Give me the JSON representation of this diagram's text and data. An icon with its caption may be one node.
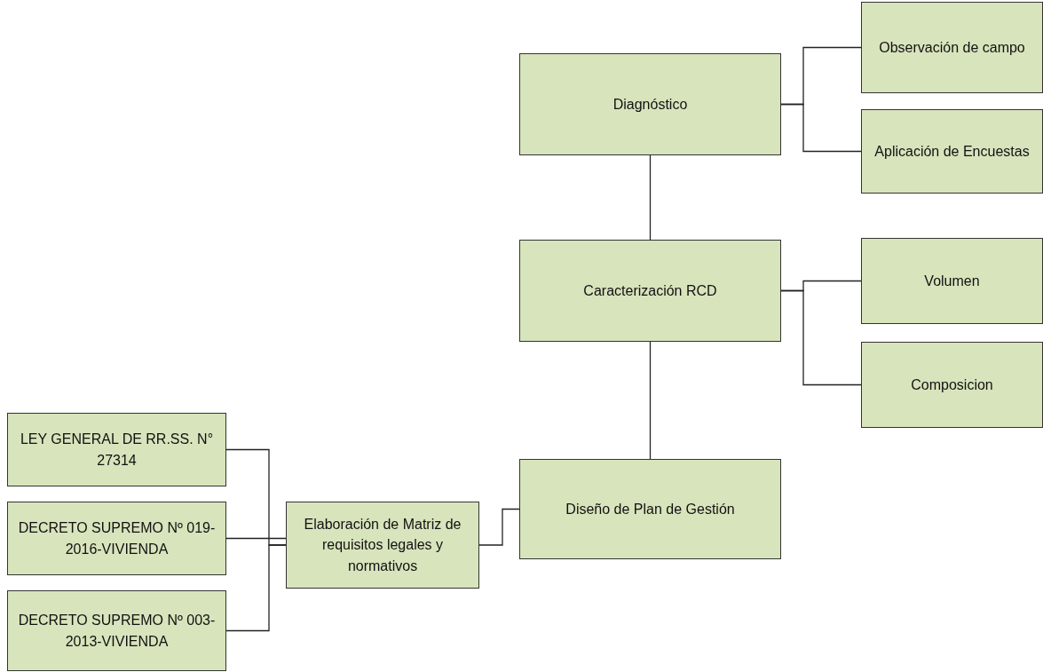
{
  "diagram": {
    "nodes": [
      {
        "text": [
          "Diagnóstico"
        ]
      },
      {
        "text": [
          "Observación de campo"
        ]
      },
      {
        "text": [
          "Aplicación de Encuestas"
        ]
      },
      {
        "text": [
          "Caracterización RCD"
        ]
      },
      {
        "text": [
          "Volumen"
        ]
      },
      {
        "text": [
          "Composicion"
        ]
      },
      {
        "text": [
          "LEY GENERAL DE RR.SS. N° 27314"
        ]
      },
      {
        "text": [
          "Elaboración de Matriz de requisitos legales y normativos"
        ]
      },
      {
        "text": [
          "Diseño de Plan de Gestión"
        ]
      },
      {
        "text": [
          "DECRETO SUPREMO Nº 019-2016-VIVIENDA"
        ]
      },
      {
        "text": [
          "DECRETO SUPREMO Nº 003-2013-VIVIENDA"
        ]
      }
    ],
    "edges": [
      {
        "from": 0,
        "to": 1,
        "arrow": "none"
      },
      {
        "from": 0,
        "to": 2,
        "arrow": "none"
      },
      {
        "from": 0,
        "to": 3,
        "arrow": "none"
      },
      {
        "from": 3,
        "to": 4,
        "arrow": "none"
      },
      {
        "from": 3,
        "to": 5,
        "arrow": "none"
      },
      {
        "from": 3,
        "to": 8,
        "arrow": "none"
      },
      {
        "from": 8,
        "to": 7,
        "arrow": "none"
      },
      {
        "from": 7,
        "to": 6,
        "arrow": "none"
      },
      {
        "from": 7,
        "to": 9,
        "arrow": "none"
      },
      {
        "from": 7,
        "to": 10,
        "arrow": "none"
      }
    ]
  }
}
